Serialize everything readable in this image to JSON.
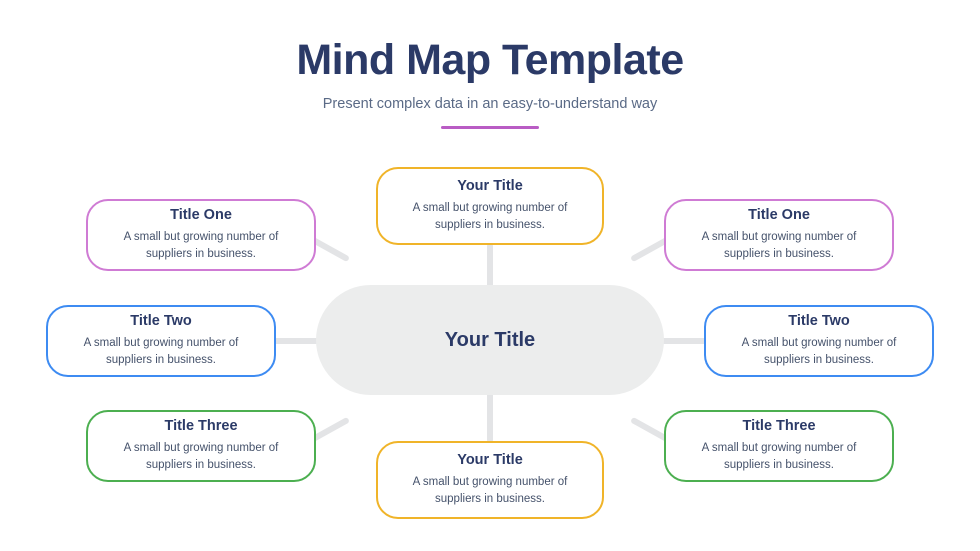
{
  "header": {
    "title": "Mind Map Template",
    "subtitle": "Present complex data in an easy-to-understand way",
    "accent_color": "#b95cc4",
    "title_color": "#2b3a67"
  },
  "center": {
    "label": "Your Title",
    "fill": "#eceded"
  },
  "nodes": [
    {
      "id": "top",
      "title": "Your Title",
      "desc": "A small but growing number of suppliers in business.",
      "border_color": "#f0b429"
    },
    {
      "id": "bottom",
      "title": "Your Title",
      "desc": "A small but growing number of suppliers in business.",
      "border_color": "#f0b429"
    },
    {
      "id": "left-1",
      "title": "Title One",
      "desc": "A small but growing number of suppliers in business.",
      "border_color": "#cf7bd4"
    },
    {
      "id": "left-2",
      "title": "Title Two",
      "desc": "A small but growing number of suppliers in business.",
      "border_color": "#3d8bf2"
    },
    {
      "id": "left-3",
      "title": "Title Three",
      "desc": "A small but growing number of suppliers in business.",
      "border_color": "#4caf50"
    },
    {
      "id": "right-1",
      "title": "Title One",
      "desc": "A small but growing number of suppliers in business.",
      "border_color": "#cf7bd4"
    },
    {
      "id": "right-2",
      "title": "Title Two",
      "desc": "A small but growing number of suppliers in business.",
      "border_color": "#3d8bf2"
    },
    {
      "id": "right-3",
      "title": "Title Three",
      "desc": "A small but growing number of suppliers in business.",
      "border_color": "#4caf50"
    }
  ]
}
